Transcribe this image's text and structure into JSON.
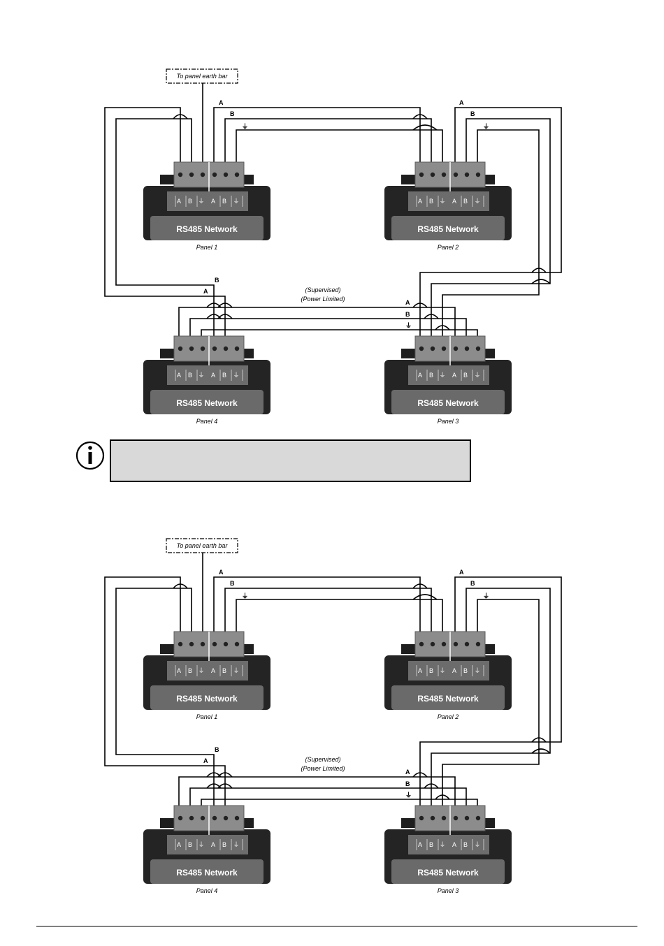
{
  "earth_bar_label": "To panel earth bar",
  "network_label": "RS485 Network",
  "terminal_labels": [
    "A",
    "B",
    "⏚",
    "A",
    "B",
    "⏚"
  ],
  "panels": {
    "p1": "Panel 1",
    "p2": "Panel 2",
    "p3": "Panel 3",
    "p4": "Panel 4"
  },
  "wire_labels": {
    "a": "A",
    "b": "B",
    "gnd": "⏚"
  },
  "cable_note": {
    "line1": "(Supervised)",
    "line2": "(Power Limited)"
  },
  "info_note": {
    "text": ""
  }
}
